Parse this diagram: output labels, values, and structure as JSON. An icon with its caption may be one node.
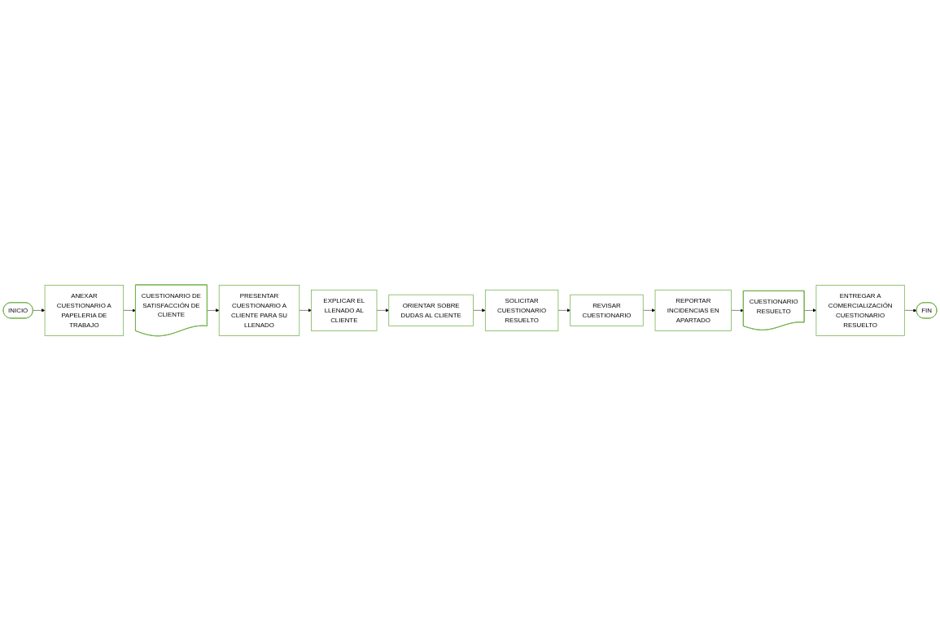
{
  "diagram": {
    "nodes": [
      {
        "text": [
          "INICIO"
        ]
      },
      {
        "text": [
          "ANEXAR CUESTIONARIO A PAPELERIA DE TRABAJO"
        ]
      },
      {
        "text": [
          "CUESTIONARIO DE SATISFACCIÓN DE CLIENTE"
        ]
      },
      {
        "text": [
          "PRESENTAR CUESTIONARIO A CLIENTE PARA SU LLENADO"
        ]
      },
      {
        "text": [
          "EXPLICAR EL LLENADO AL CLIENTE"
        ]
      },
      {
        "text": [
          "ORIENTAR SOBRE DUDAS AL CLIENTE"
        ]
      },
      {
        "text": [
          "SOLICITAR CUESTIONARIO RESUELTO"
        ]
      },
      {
        "text": [
          "REVISAR CUESTIONARIO"
        ]
      },
      {
        "text": [
          "REPORTAR INCIDENCIAS EN APARTADO"
        ]
      },
      {
        "text": [
          "CUESTIONARIO RESUELTO"
        ]
      },
      {
        "text": [
          "ENTREGAR A COMERCIALIZACIÓN CUESTIONARIO RESUELTO"
        ]
      },
      {
        "text": [
          "FIN"
        ]
      }
    ],
    "edges": [
      {
        "from": 0,
        "to": 1,
        "arrow": "to"
      },
      {
        "from": 1,
        "to": 2,
        "arrow": "to"
      },
      {
        "from": 2,
        "to": 3,
        "arrow": "to"
      },
      {
        "from": 3,
        "to": 4,
        "arrow": "to"
      },
      {
        "from": 4,
        "to": 5,
        "arrow": "to"
      },
      {
        "from": 5,
        "to": 6,
        "arrow": "to"
      },
      {
        "from": 6,
        "to": 7,
        "arrow": "to"
      },
      {
        "from": 7,
        "to": 8,
        "arrow": "to"
      },
      {
        "from": 8,
        "to": 9,
        "arrow": "to"
      },
      {
        "from": 9,
        "to": 10,
        "arrow": "to"
      },
      {
        "from": 10,
        "to": 11,
        "arrow": "to"
      }
    ]
  }
}
